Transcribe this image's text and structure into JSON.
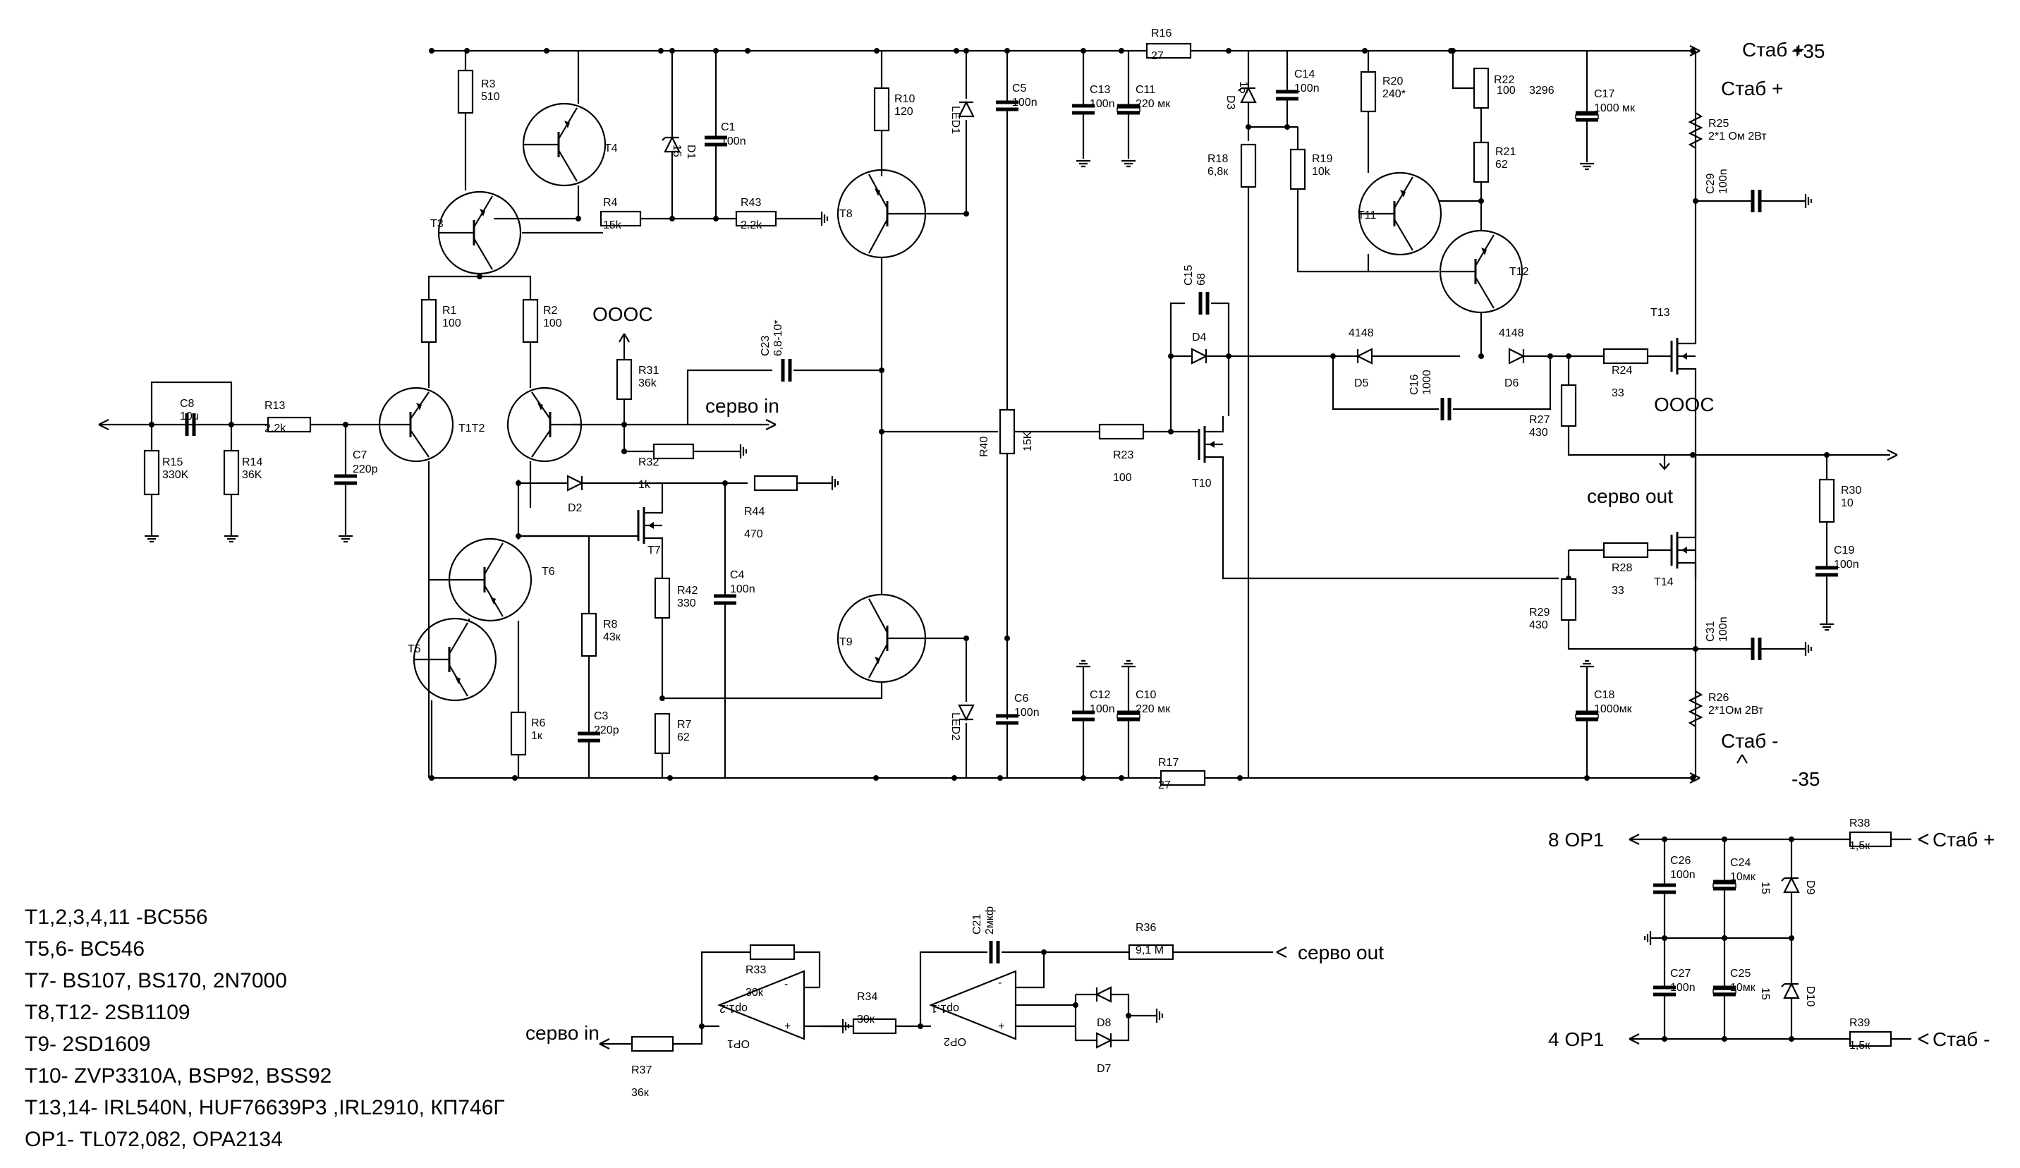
{
  "rails": {
    "pos": "+35",
    "neg": "-35"
  },
  "net_labels": {
    "oooc_top": "OOOC",
    "oooc_right": "OOOC",
    "servo_in": "серво in",
    "servo_out": "серво out",
    "stab_plus": "Стаб +",
    "stab_minus": "Стаб -",
    "servo_in_b": "серво in",
    "servo_out_b": "серво out",
    "op1_8": "8 OP1",
    "op1_4": "4 OP1",
    "stab_plus_b": "Стаб +",
    "stab_minus_b": "Стаб -"
  },
  "components": {
    "R1": [
      "R1",
      "100"
    ],
    "R2": [
      "R2",
      "100"
    ],
    "R3": [
      "R3",
      "510"
    ],
    "R4": [
      "R4",
      "15k"
    ],
    "R6": [
      "R6",
      "1к"
    ],
    "R7": [
      "R7",
      "62"
    ],
    "R8": [
      "R8",
      "43к"
    ],
    "R10": [
      "R10",
      "120"
    ],
    "R13": [
      "R13",
      "2.2k"
    ],
    "R14": [
      "R14",
      "36K"
    ],
    "R15": [
      "R15",
      "330K"
    ],
    "R16": [
      "R16",
      "27"
    ],
    "R17": [
      "R17",
      "27"
    ],
    "R18": [
      "R18",
      "6,8к"
    ],
    "R19": [
      "R19",
      "10k"
    ],
    "R20": [
      "R20",
      "240*"
    ],
    "R21": [
      "R21",
      "62"
    ],
    "R22": [
      "R22",
      "100"
    ],
    "R22x": [
      "3296",
      ""
    ],
    "R23": [
      "R23",
      "100"
    ],
    "R24": [
      "R24",
      "33"
    ],
    "R25": [
      "R25",
      "2*1 Ом 2Вт"
    ],
    "R26": [
      "R26",
      "2*1Ом 2Вт"
    ],
    "R27": [
      "R27",
      "430"
    ],
    "R28": [
      "R28",
      "33"
    ],
    "R29": [
      "R29",
      "430"
    ],
    "R30": [
      "R30",
      "10"
    ],
    "R31": [
      "R31",
      "36k"
    ],
    "R32": [
      "R32",
      "1k"
    ],
    "R33": [
      "R33",
      "30к"
    ],
    "R34": [
      "R34",
      "30к"
    ],
    "R36": [
      "R36",
      "9,1 M"
    ],
    "R37": [
      "R37",
      "36к"
    ],
    "R38": [
      "R38",
      "1,5к"
    ],
    "R39": [
      "R39",
      "1,5к"
    ],
    "R40": [
      "R40",
      "15K"
    ],
    "R42": [
      "R42",
      "330"
    ],
    "R43": [
      "R43",
      "2.2k"
    ],
    "R44": [
      "R44",
      "470"
    ],
    "C1": [
      "C1",
      "100n"
    ],
    "C3": [
      "C3",
      "220p"
    ],
    "C4": [
      "C4",
      "100n"
    ],
    "C5": [
      "C5",
      "100n"
    ],
    "C6": [
      "C6",
      "100n"
    ],
    "C7": [
      "C7",
      "220p"
    ],
    "C8": [
      "C8",
      "10μ"
    ],
    "C10": [
      "C10",
      "220 мк"
    ],
    "C11": [
      "C11",
      "220 мк"
    ],
    "C12": [
      "C12",
      "100n"
    ],
    "C13": [
      "C13",
      "100n"
    ],
    "C14": [
      "C14",
      "100n"
    ],
    "C15": [
      "C15",
      "68"
    ],
    "C16": [
      "C16",
      "1000"
    ],
    "C17": [
      "C17",
      "1000 мк"
    ],
    "C18": [
      "C18",
      "1000мк"
    ],
    "C19": [
      "C19",
      "100n"
    ],
    "C21": [
      "C21",
      "2мкф"
    ],
    "C23": [
      "C23",
      "6,8-10*"
    ],
    "C24": [
      "C24",
      "10мк"
    ],
    "C25": [
      "C25",
      "10мк"
    ],
    "C26": [
      "C26",
      "100n"
    ],
    "C27": [
      "C27",
      "100n"
    ],
    "C29": [
      "C29",
      "100n"
    ],
    "C31": [
      "C31",
      "100n"
    ],
    "D1": [
      "D1",
      "15"
    ],
    "D2": [
      "D2",
      ""
    ],
    "D3": [
      "D3",
      "15"
    ],
    "D4": [
      "D4",
      ""
    ],
    "D5": [
      "D5",
      "4148"
    ],
    "D6": [
      "D6",
      "4148"
    ],
    "D7": [
      "D7",
      ""
    ],
    "D8": [
      "D8",
      ""
    ],
    "D9": [
      "D9",
      "15"
    ],
    "D10": [
      "D10",
      "15"
    ],
    "LED1": [
      "LED1",
      ""
    ],
    "LED2": [
      "LED2",
      ""
    ],
    "T1T2": "T1T2",
    "T3": "T3",
    "T4": "T4",
    "T5": "T5",
    "T6": "T6",
    "T7": "T7",
    "T8": "T8",
    "T9": "T9",
    "T10": "T10",
    "T11": "T11",
    "T12": "T12",
    "T13": "T13",
    "T14": "T14",
    "OP11": "op1.1",
    "OP12": "op1.2",
    "OP1": "OP1",
    "OP2": "OP2"
  },
  "notes": [
    "T1,2,3,4,11 -BC556",
    "T5,6- BC546",
    "T7- BS107, BS170, 2N7000",
    "T8,T12- 2SB1109",
    "T9- 2SD1609",
    "T10- ZVP3310A,  BSP92, BSS92",
    "T13,14- IRL540N, HUF76639P3 ,IRL2910, КП746Г",
    "OP1- TL072,082, OPA2134"
  ]
}
